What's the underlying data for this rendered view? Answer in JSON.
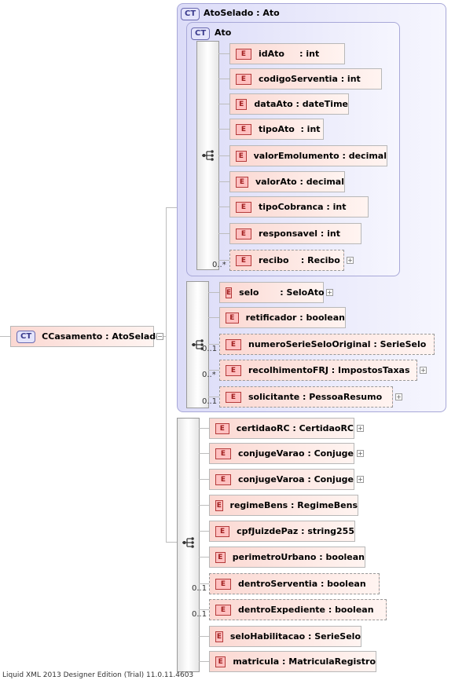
{
  "root": {
    "badge": "CT",
    "label": "CCasamento : AtoSelado",
    "collapse": "−"
  },
  "outer": {
    "badge": "CT",
    "title": "AtoSelado : Ato"
  },
  "inner": {
    "badge": "CT",
    "title": "Ato",
    "elements": [
      {
        "badge": "E",
        "label": "idAto     : int",
        "card": "",
        "plus": ""
      },
      {
        "badge": "E",
        "label": "codigoServentia : int",
        "card": "",
        "plus": ""
      },
      {
        "badge": "E",
        "label": "dataAto : dateTime",
        "card": "",
        "plus": ""
      },
      {
        "badge": "E",
        "label": "tipoAto  : int",
        "card": "",
        "plus": ""
      },
      {
        "badge": "E",
        "label": "valorEmolumento : decimal",
        "card": "",
        "plus": ""
      },
      {
        "badge": "E",
        "label": "valorAto : decimal",
        "card": "",
        "plus": ""
      },
      {
        "badge": "E",
        "label": "tipoCobranca : int",
        "card": "",
        "plus": ""
      },
      {
        "badge": "E",
        "label": "responsavel : int",
        "card": "",
        "plus": ""
      },
      {
        "badge": "E",
        "label": "recibo    : Recibo",
        "card": "0..*",
        "plus": "+"
      }
    ]
  },
  "selado": {
    "elements": [
      {
        "badge": "E",
        "label": "selo       : SeloAto",
        "card": "",
        "plus": "+"
      },
      {
        "badge": "E",
        "label": "retificador : boolean",
        "card": "",
        "plus": ""
      },
      {
        "badge": "E",
        "label": "numeroSerieSeloOriginal : SerieSelo",
        "card": "0..1",
        "plus": ""
      },
      {
        "badge": "E",
        "label": "recolhimentoFRJ : ImpostosTaxas",
        "card": "0..*",
        "plus": "+"
      },
      {
        "badge": "E",
        "label": "solicitante : PessoaResumo",
        "card": "0..1",
        "plus": "+"
      }
    ]
  },
  "casamento": {
    "elements": [
      {
        "badge": "E",
        "label": "certidaoRC : CertidaoRC",
        "card": "",
        "plus": "+"
      },
      {
        "badge": "E",
        "label": "conjugeVarao : Conjuge",
        "card": "",
        "plus": "+"
      },
      {
        "badge": "E",
        "label": "conjugeVaroa : Conjuge",
        "card": "",
        "plus": "+"
      },
      {
        "badge": "E",
        "label": "regimeBens : RegimeBens",
        "card": "",
        "plus": ""
      },
      {
        "badge": "E",
        "label": "cpfJuizdePaz : string255",
        "card": "",
        "plus": ""
      },
      {
        "badge": "E",
        "label": "perimetroUrbano : boolean",
        "card": "",
        "plus": ""
      },
      {
        "badge": "E",
        "label": "dentroServentia : boolean",
        "card": "0..1",
        "plus": ""
      },
      {
        "badge": "E",
        "label": "dentroExpediente : boolean",
        "card": "0..1",
        "plus": ""
      },
      {
        "badge": "E",
        "label": "seloHabilitacao : SerieSelo",
        "card": "",
        "plus": ""
      },
      {
        "badge": "E",
        "label": "matricula : MatriculaRegistro",
        "card": "",
        "plus": ""
      }
    ]
  },
  "footer": "Liquid XML 2013 Designer Edition (Trial) 11.0.11.4603",
  "icons": {
    "sequence": "sequence-icon",
    "expand": "expand-icon"
  },
  "colors": {
    "ct_border": "#6a6ab0",
    "element_fill": "#fbd8d2",
    "badge_border": "#b43a3a"
  }
}
